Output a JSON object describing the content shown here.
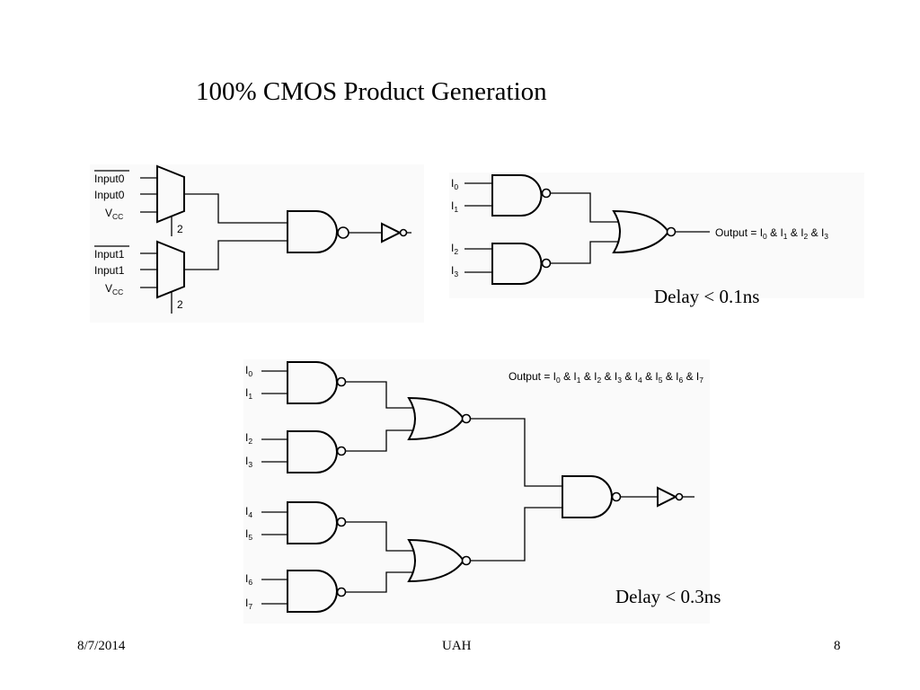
{
  "slide": {
    "title": "100% CMOS Product Generation",
    "delay_top": "Delay < 0.1ns",
    "delay_bottom": "Delay < 0.3ns"
  },
  "diagram_mux": {
    "labels": [
      "Input0",
      "Input0",
      "Vcc",
      "Input1",
      "Input1",
      "Vcc"
    ],
    "select_labels": [
      "2",
      "2"
    ]
  },
  "diagram_4input": {
    "inputs": [
      "I0",
      "I1",
      "I2",
      "I3"
    ],
    "output_label": "Output = I0 & I1 & I2 & I3"
  },
  "diagram_8input": {
    "inputs": [
      "I0",
      "I1",
      "I2",
      "I3",
      "I4",
      "I5",
      "I6",
      "I7"
    ],
    "output_label": "Output = I0 & I1 & I2 & I3 & I4 & I5 & I6 & I7"
  },
  "footer": {
    "date": "8/7/2014",
    "org": "UAH",
    "page": "8"
  }
}
